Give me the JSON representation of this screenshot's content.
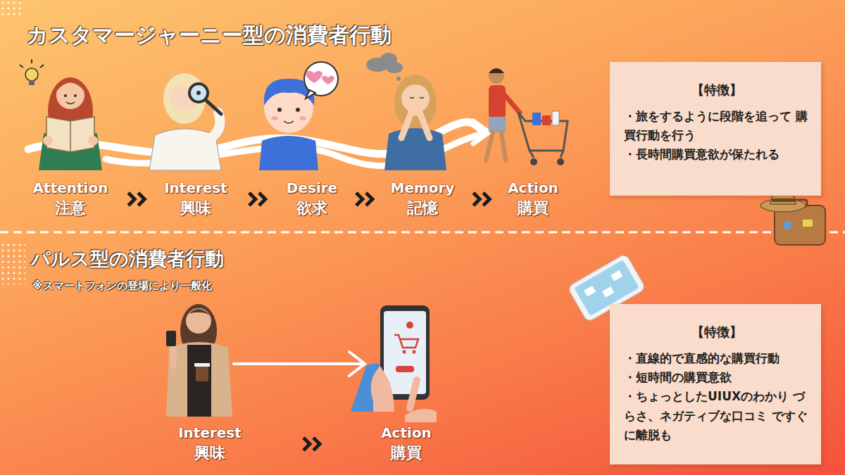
{
  "diagram": {
    "title": "カスタマージャーニー型の消費者行動",
    "nodes": [
      {
        "text": [
          "Attention",
          "注意"
        ]
      },
      {
        "text": [
          "Interest",
          "興味"
        ]
      },
      {
        "text": [
          "Desire",
          "欲求"
        ]
      },
      {
        "text": [
          "Memory",
          "記憶"
        ]
      },
      {
        "text": [
          "Action",
          "購買"
        ]
      },
      {
        "text": [
          "【特徴】",
          "・旅をするように段階を追って 購買行動を行う",
          "・長時間購買意欲が保たれる"
        ]
      },
      {
        "text": [
          "Interest",
          "興味"
        ]
      },
      {
        "text": [
          "Action",
          "購買"
        ]
      },
      {
        "text": [
          "【特徴】",
          "・直線的で直感的な購買行動",
          "・短時間の購買意欲",
          "・ちょっとしたUIUXのわかり づらさ、ネガティブな口コミ ですぐに離脱も"
        ]
      }
    ],
    "edges": [
      {
        "from": 0,
        "to": 1,
        "arrow": "to"
      },
      {
        "from": 1,
        "to": 2,
        "arrow": "to"
      },
      {
        "from": 2,
        "to": 3,
        "arrow": "to"
      },
      {
        "from": 3,
        "to": 4,
        "arrow": "to"
      },
      {
        "from": 6,
        "to": 7,
        "arrow": "to"
      }
    ],
    "labels": [
      "パルス型の消費者行動",
      "※スマートフォンの登場により一般化"
    ]
  }
}
